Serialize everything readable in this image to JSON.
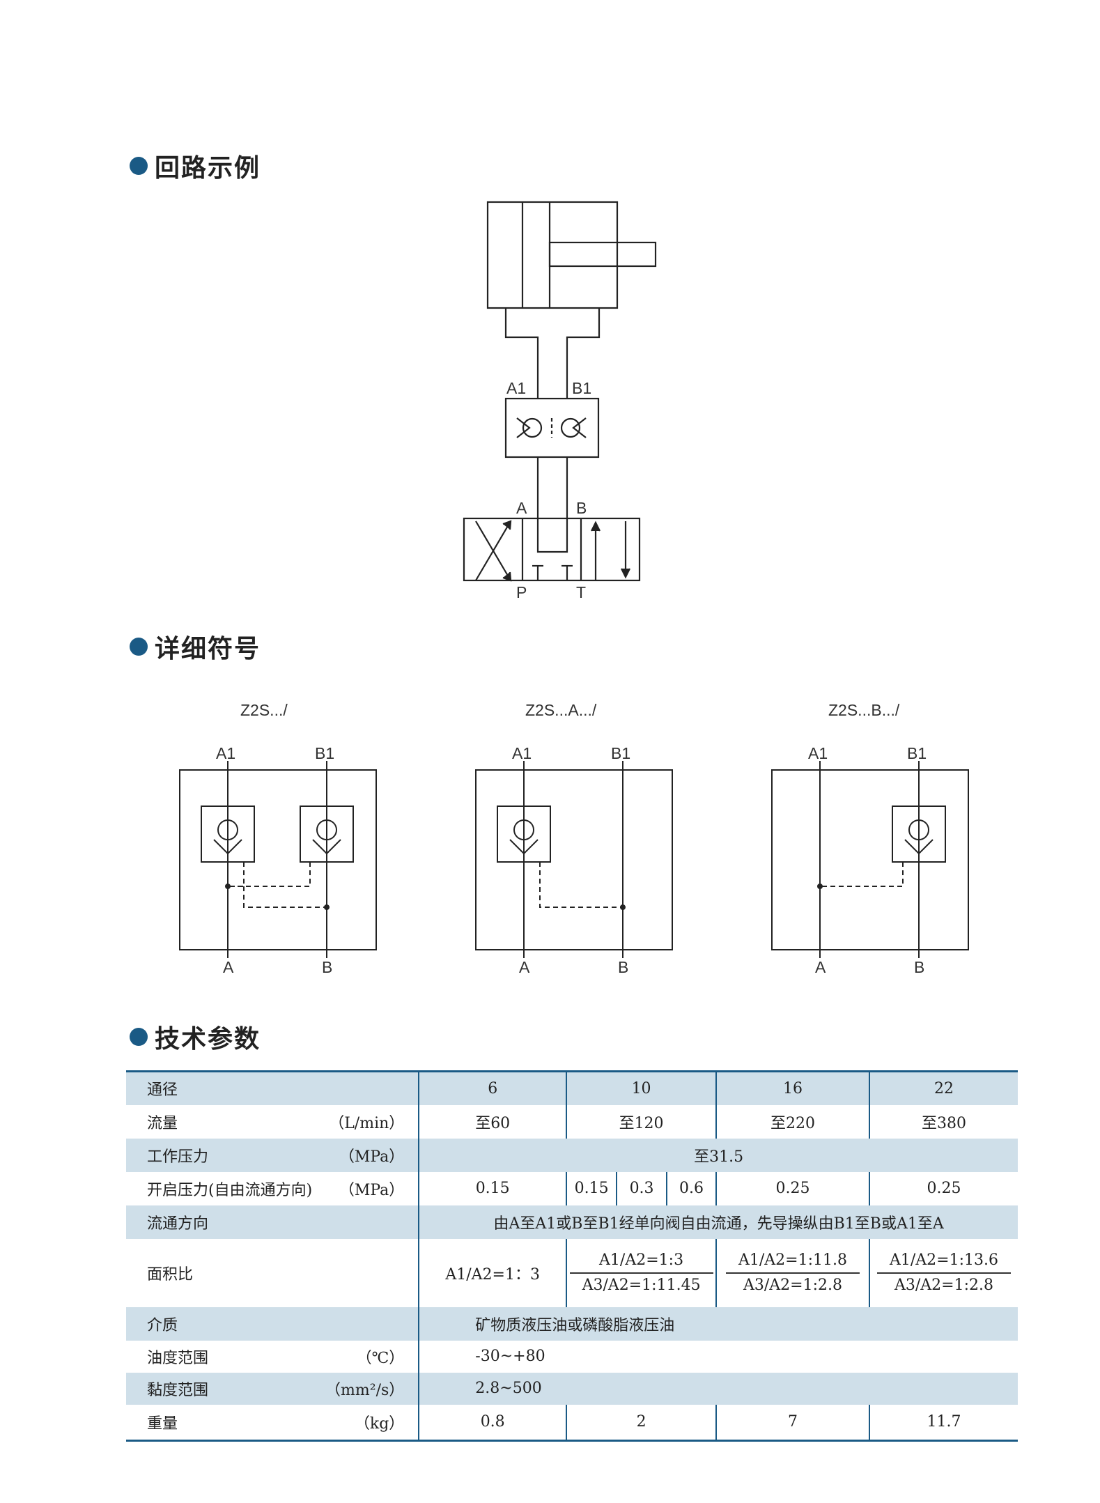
{
  "sections": {
    "circuit": "回路示例",
    "symbols": "详细符号",
    "params": "技术参数"
  },
  "circuit": {
    "port_a1": "A1",
    "port_b1": "B1",
    "port_a": "A",
    "port_b": "B",
    "port_p": "P",
    "port_t": "T"
  },
  "symbols": [
    {
      "model": "Z2S.../",
      "a1": "A1",
      "b1": "B1",
      "a": "A",
      "b": "B"
    },
    {
      "model": "Z2S...A.../",
      "a1": "A1",
      "b1": "B1",
      "a": "A",
      "b": "B"
    },
    {
      "model": "Z2S...B.../",
      "a1": "A1",
      "b1": "B1",
      "a": "A",
      "b": "B"
    }
  ],
  "table": {
    "diameter": {
      "label": "通径",
      "v6": "6",
      "v10": "10",
      "v16": "16",
      "v22": "22"
    },
    "flow": {
      "label": "流量",
      "unit": "（L/min）",
      "v6": "至60",
      "v10": "至120",
      "v16": "至220",
      "v22": "至380"
    },
    "work_pressure": {
      "label": "工作压力",
      "unit": "（MPa）",
      "value": "至31.5"
    },
    "crack_pressure": {
      "label": "开启压力(自由流通方向)",
      "unit": "（MPa）",
      "v6": "0.15",
      "v10a": "0.15",
      "v10b": "0.3",
      "v10c": "0.6",
      "v16": "0.25",
      "v22": "0.25"
    },
    "flow_direction": {
      "label": "流通方向",
      "value": "由A至A1或B至B1经单向阀自由流通，先导操纵由B1至B或A1至A"
    },
    "area_ratio": {
      "label": "面积比",
      "v6": "A1/A2=1：3",
      "v10_top": "A1/A2=1:3",
      "v10_bottom": "A3/A2=1:11.45",
      "v16_top": "A1/A2=1:11.8",
      "v16_bottom": "A3/A2=1:2.8",
      "v22_top": "A1/A2=1:13.6",
      "v22_bottom": "A3/A2=1:2.8"
    },
    "medium": {
      "label": "介质",
      "value": "矿物质液压油或磷酸脂液压油"
    },
    "oil_temp": {
      "label": "油度范围",
      "unit": "（℃）",
      "value": "-30~+80"
    },
    "viscosity": {
      "label": "黏度范围",
      "unit": "（mm²/s）",
      "value": "2.8~500"
    },
    "weight": {
      "label": "重量",
      "unit": "（kg）",
      "v6": "0.8",
      "v10": "2",
      "v16": "7",
      "v22": "11.7"
    }
  }
}
